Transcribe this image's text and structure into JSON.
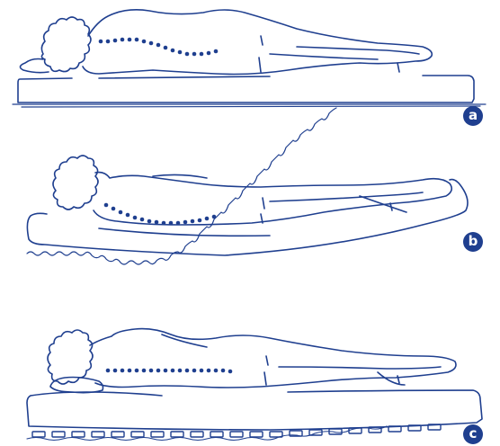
{
  "colors": {
    "ink": "#1f3f8f",
    "label_bg": "#1f3f8f",
    "background": "#ffffff"
  },
  "panels": [
    {
      "id": "a",
      "label": "a"
    },
    {
      "id": "b",
      "label": "b"
    },
    {
      "id": "c",
      "label": "c"
    }
  ]
}
